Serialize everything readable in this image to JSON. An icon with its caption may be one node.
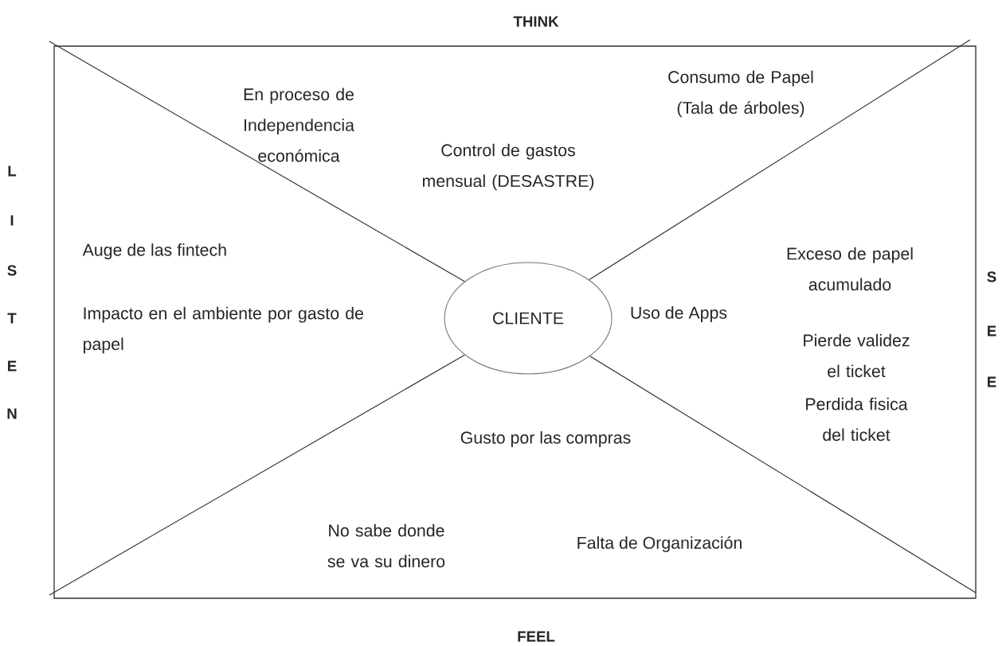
{
  "diagram": {
    "nodes": [
      {
        "text": [
          "CLIENTE"
        ]
      }
    ],
    "labels": [
      "THINK",
      "En proceso de Independencia económica",
      "Consumo de Papel (Tala de árboles)",
      "Control de gastos mensual (DESASTRE)",
      "L",
      "I",
      "S",
      "T",
      "E",
      "N",
      "Auge de las fintech",
      "Impacto en el ambiente por gasto de papel",
      "Uso de Apps",
      "Exceso de papel acumulado",
      "Pierde validez el ticket",
      "Perdida fisica del ticket",
      "S",
      "E",
      "E",
      "Gusto por las compras",
      "No sabe donde se va su dinero",
      "Falta de Organización",
      "FEEL"
    ]
  }
}
